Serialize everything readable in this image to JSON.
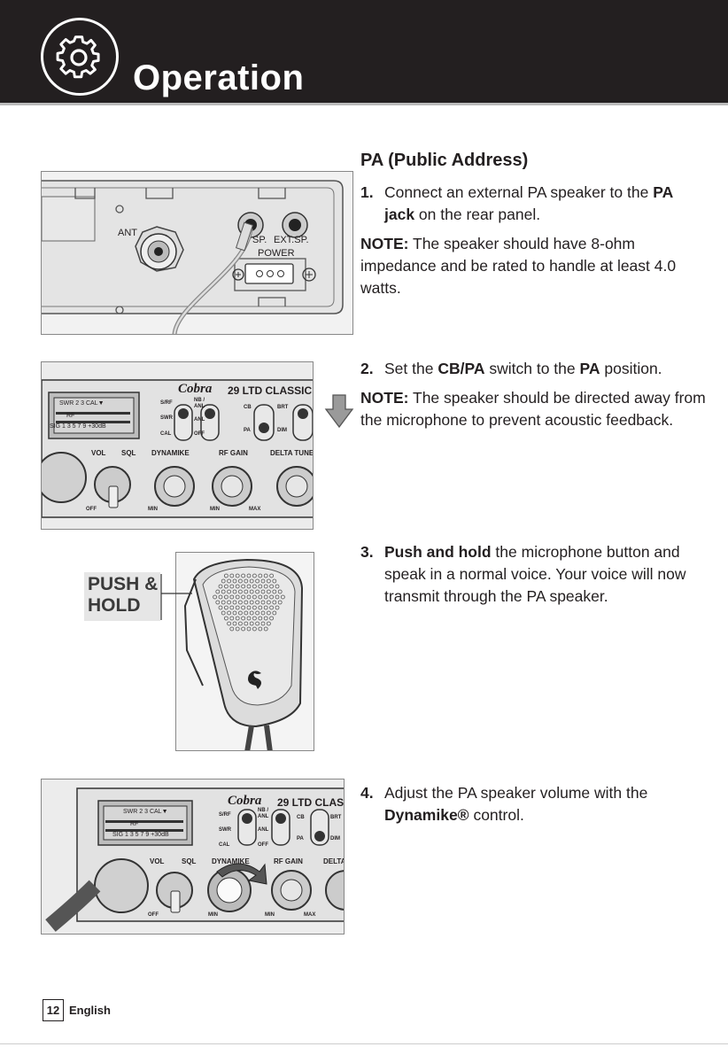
{
  "header": {
    "title": "Operation",
    "icon": "gear-icon"
  },
  "section": {
    "heading": "PA (Public Address)"
  },
  "steps": [
    {
      "num": "1.",
      "pre": "Connect an external PA speaker to the ",
      "b1": "PA jack",
      "post": " on the rear panel."
    },
    {
      "num": "2.",
      "pre": "Set the ",
      "b1": "CB/PA",
      "mid": " switch to the ",
      "b2": "PA",
      "post": " position."
    },
    {
      "num": "3.",
      "b1": "Push and hold",
      "post": " the microphone button and speak in a normal voice. Your voice will now transmit through the PA speaker."
    },
    {
      "num": "4.",
      "pre": "Adjust the PA speaker volume with the ",
      "b1": "Dynamike®",
      "post": " control."
    }
  ],
  "notes": [
    {
      "label": "NOTE:",
      "text": " The speaker should have 8-ohm impedance and be rated to handle at least 4.0 watts."
    },
    {
      "label": "NOTE:",
      "text": " The speaker should be directed away from the microphone to prevent acoustic feedback."
    }
  ],
  "figures": {
    "rear": {
      "ant": "ANT",
      "sp": "SP.",
      "extsp": "EXT.SP.",
      "power": "POWER"
    },
    "radio": {
      "brand": "Cobra",
      "model": "29 LTD CLASSIC",
      "model_cut": "29 LTD CLASS",
      "meter_top": "SWR 2 3 CAL▼",
      "meter_rf": "RF",
      "meter_bottom": "SIG 1 3 5 7 9 +30dB",
      "sw1": [
        "S/RF",
        "SWR",
        "CAL"
      ],
      "sw2": [
        "NB /",
        "ANL",
        "ANL",
        "OFF"
      ],
      "sw3": [
        "CB",
        "PA"
      ],
      "sw4": [
        "BRT",
        "DIM"
      ],
      "knob1": "VOL",
      "knob1b": "SQL",
      "knob2": "DYNAMIKE",
      "knob2_cut": "DYNAMIKE",
      "knob3": "RF GAIN",
      "knob4": "DELTA TUNE",
      "knob4_cut": "DELTA",
      "off": "OFF",
      "min1": "MIN",
      "min2": "MIN",
      "max": "MAX"
    },
    "pushhold": {
      "line1": "PUSH &",
      "line2": "HOLD"
    }
  },
  "footer": {
    "page": "12",
    "language": "English"
  }
}
